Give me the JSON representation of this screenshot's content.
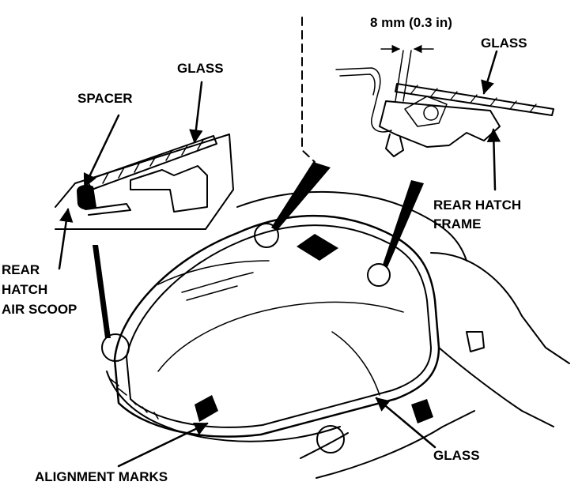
{
  "labels": {
    "dimension": "8 mm (0.3 in)",
    "glass_top_right": "GLASS",
    "rear_hatch_frame_1": "REAR HATCH",
    "rear_hatch_frame_2": "FRAME",
    "glass_top_left": "GLASS",
    "spacer": "SPACER",
    "rear_air_scoop_1": "REAR",
    "rear_air_scoop_2": "HATCH",
    "rear_air_scoop_3": "AIR SCOOP",
    "glass_bottom": "GLASS",
    "alignment_marks": "ALIGNMENT MARKS"
  },
  "colors": {
    "ink": "#000000",
    "paper": "#ffffff"
  }
}
